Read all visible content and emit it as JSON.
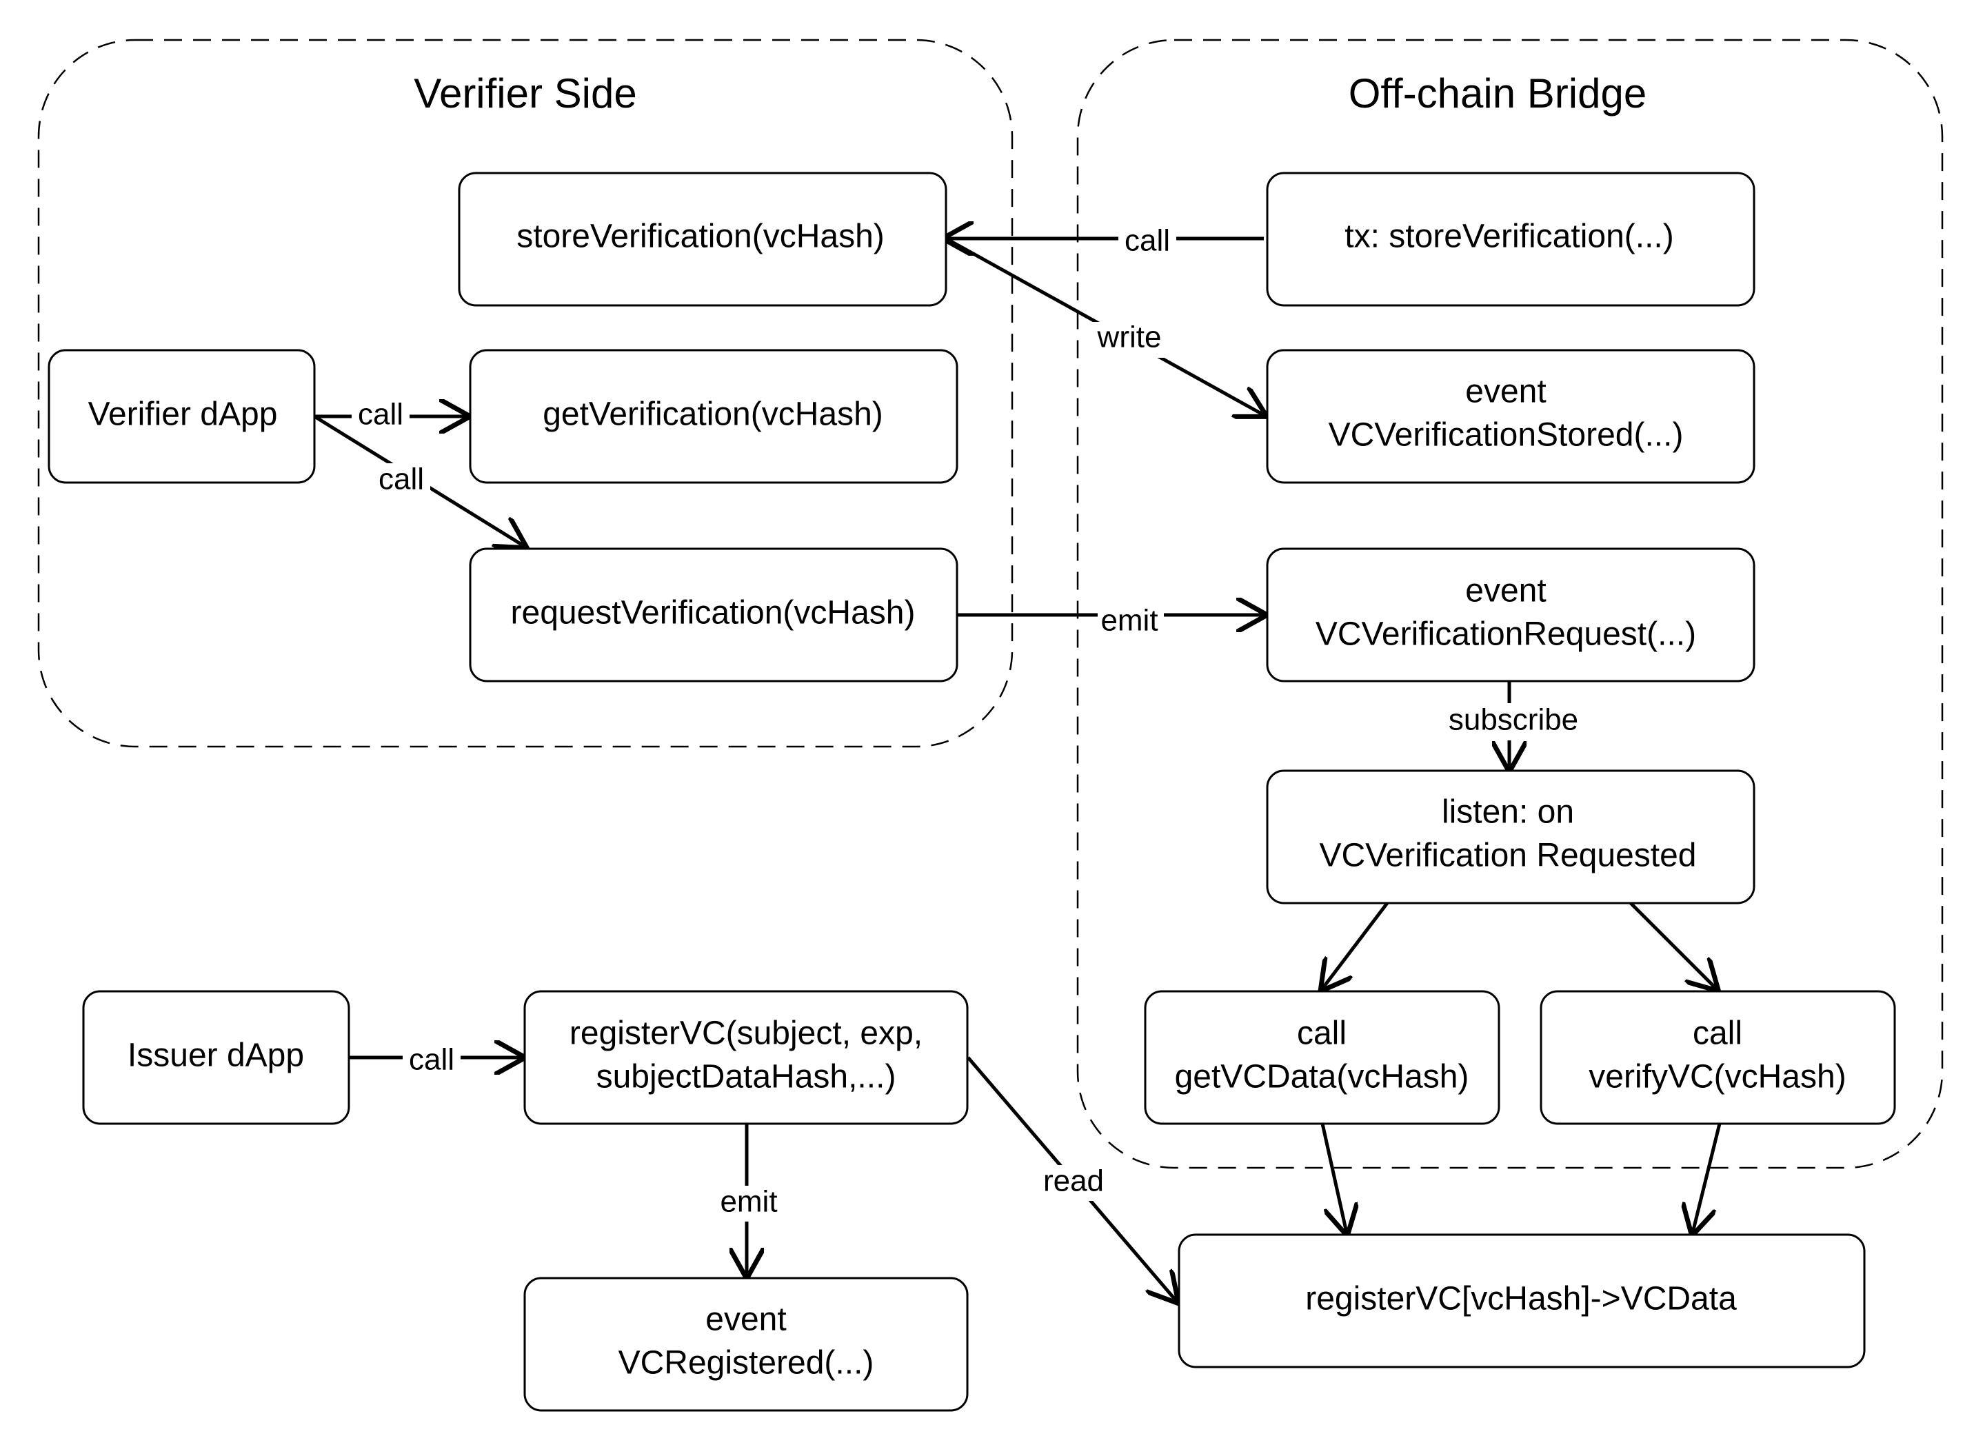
{
  "groups": {
    "verifier_side": {
      "title": "Verifier Side"
    },
    "offchain_bridge": {
      "title": "Off-chain Bridge"
    }
  },
  "nodes": {
    "store_verification": {
      "lines": [
        "storeVerification(vcHash)"
      ]
    },
    "tx_store_verification": {
      "lines": [
        "tx: storeVerification(...)"
      ]
    },
    "verifier_dapp": {
      "lines": [
        "Verifier dApp"
      ]
    },
    "get_verification": {
      "lines": [
        "getVerification(vcHash)"
      ]
    },
    "event_vc_verification_stored": {
      "lines": [
        "event",
        "VCVerificationStored(...)"
      ]
    },
    "request_verification": {
      "lines": [
        "requestVerification(vcHash)"
      ]
    },
    "event_vc_verification_request": {
      "lines": [
        "event",
        "VCVerificationRequest(...)"
      ]
    },
    "listen_on_requested": {
      "lines": [
        "listen: on",
        "VCVerification Requested"
      ]
    },
    "call_get_vc_data": {
      "lines": [
        "call",
        "getVCData(vcHash)"
      ]
    },
    "call_verify_vc": {
      "lines": [
        "call",
        "verifyVC(vcHash)"
      ]
    },
    "issuer_dapp": {
      "lines": [
        "Issuer dApp"
      ]
    },
    "register_vc": {
      "lines": [
        "registerVC(subject, exp,",
        "subjectDataHash,...)"
      ]
    },
    "event_vc_registered": {
      "lines": [
        "event",
        "VCRegistered(...)"
      ]
    },
    "register_vc_mapping": {
      "lines": [
        "registerVC[vcHash]->VCData"
      ]
    }
  },
  "edges": [
    {
      "id": "tx-to-store",
      "from": "tx_store_verification",
      "to": "store_verification",
      "label": "call"
    },
    {
      "id": "store-to-event-stored",
      "from": "store_verification",
      "to": "event_vc_verification_stored",
      "label": "write"
    },
    {
      "id": "dapp-to-get",
      "from": "verifier_dapp",
      "to": "get_verification",
      "label": "call"
    },
    {
      "id": "dapp-to-request",
      "from": "verifier_dapp",
      "to": "request_verification",
      "label": "call"
    },
    {
      "id": "request-to-event-request",
      "from": "request_verification",
      "to": "event_vc_verification_request",
      "label": "emit"
    },
    {
      "id": "event-request-to-listen",
      "from": "event_vc_verification_request",
      "to": "listen_on_requested",
      "label": "subscribe"
    },
    {
      "id": "listen-to-get-vc-data",
      "from": "listen_on_requested",
      "to": "call_get_vc_data",
      "label": ""
    },
    {
      "id": "listen-to-verify-vc",
      "from": "listen_on_requested",
      "to": "call_verify_vc",
      "label": ""
    },
    {
      "id": "get-vc-data-to-mapping",
      "from": "call_get_vc_data",
      "to": "register_vc_mapping",
      "label": ""
    },
    {
      "id": "verify-vc-to-mapping",
      "from": "call_verify_vc",
      "to": "register_vc_mapping",
      "label": ""
    },
    {
      "id": "issuer-to-register",
      "from": "issuer_dapp",
      "to": "register_vc",
      "label": "call"
    },
    {
      "id": "register-to-event-registered",
      "from": "register_vc",
      "to": "event_vc_registered",
      "label": "emit"
    },
    {
      "id": "register-to-mapping",
      "from": "register_vc",
      "to": "register_vc_mapping",
      "label": "read"
    }
  ]
}
